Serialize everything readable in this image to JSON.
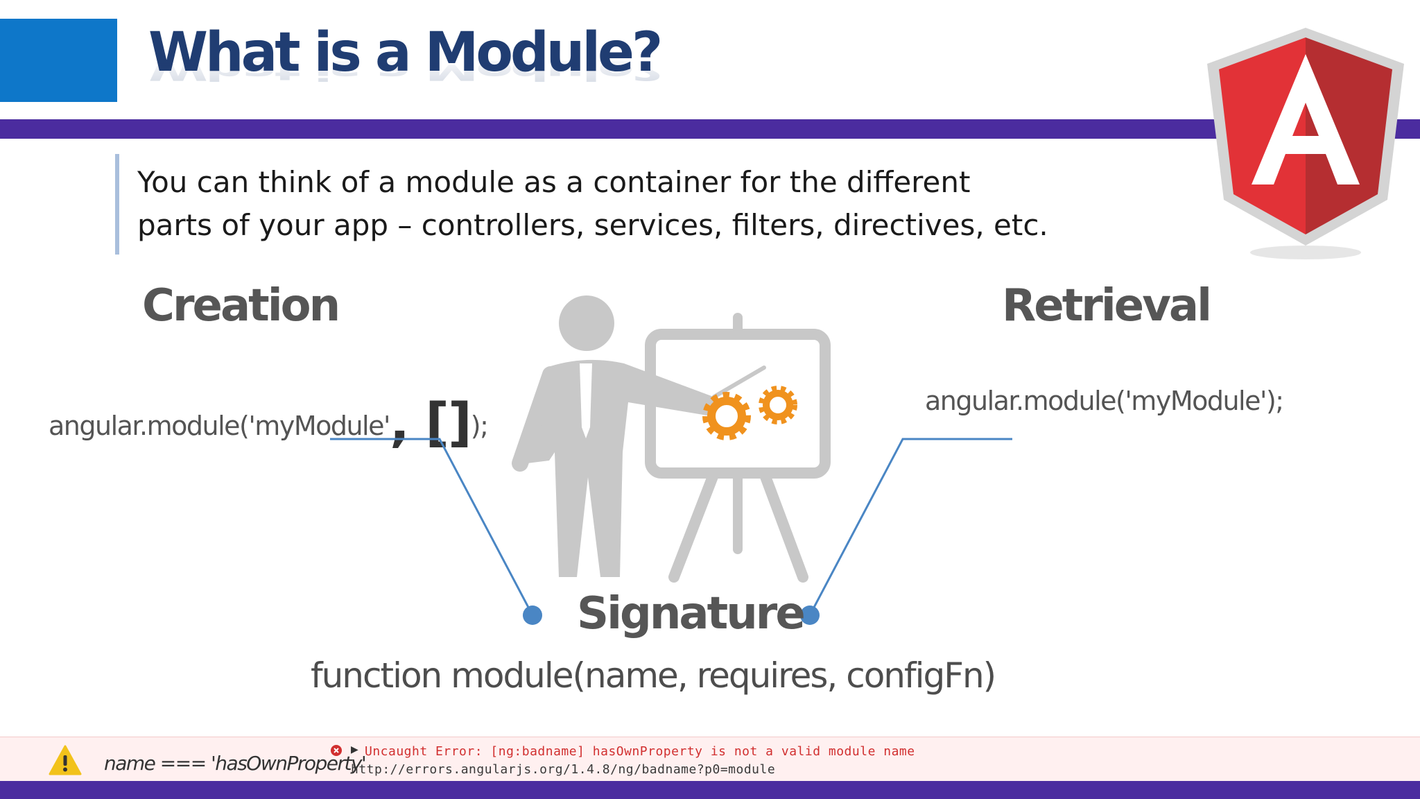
{
  "slide": {
    "title": "What is a Module?",
    "intro_line1": "You can think of a module as a container for the different",
    "intro_line2": "parts of your app – controllers, services, filters, directives, etc."
  },
  "logo": {
    "name": "angular-logo-icon",
    "letter": "A",
    "colors": {
      "left": "#e23237",
      "right": "#b52e31",
      "border": "#c9c9c9"
    }
  },
  "creation": {
    "heading": "Creation",
    "code_before": "angular.module('myModule'",
    "code_emph": ", []",
    "code_after": ");"
  },
  "retrieval": {
    "heading": "Retrieval",
    "code": "angular.module('myModule');"
  },
  "signature": {
    "heading": "Signature",
    "code": "function module(name, requires, configFn)"
  },
  "illustration": {
    "name": "presenter-with-gears-icon"
  },
  "error_bar": {
    "warning_icon": "warning-icon",
    "expression": "name === 'hasOwnProperty'",
    "error_icon": "error-circle-icon",
    "message": "Uncaught Error: [ng:badname] hasOwnProperty is not a valid module name",
    "url": "http://errors.angularjs.org/1.4.8/ng/badname?p0=module"
  },
  "colors": {
    "title": "#203d72",
    "accent_block": "#0e77c9",
    "purple_bar": "#4b2c9f",
    "connector": "#4a86c4",
    "gears": "#f0921e",
    "error_text": "#d12f2f"
  }
}
